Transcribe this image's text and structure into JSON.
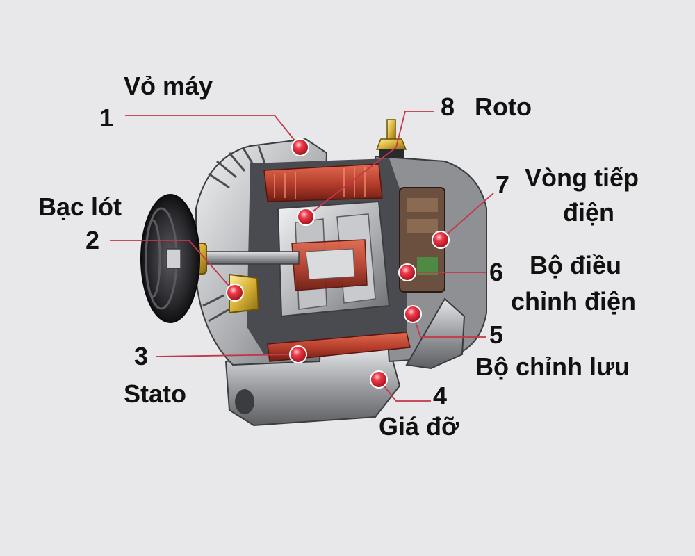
{
  "colors": {
    "background": "#e8e8ea",
    "pointer_line": "#c4364a",
    "marker_dot": "#e0303c",
    "copper_coil": "#b8402e",
    "housing_metal": "#9a9ca0",
    "brass_part": "#d8b238",
    "text": "#111111"
  },
  "callouts": [
    {
      "number": "1",
      "label": "Vỏ máy"
    },
    {
      "number": "2",
      "label": "Bạc lót"
    },
    {
      "number": "3",
      "label": "Stato"
    },
    {
      "number": "4",
      "label": "Giá đỡ"
    },
    {
      "number": "5",
      "label": "Bộ chỉnh lưu"
    },
    {
      "number": "6",
      "label_line1": "Bộ điều",
      "label_line2": "chỉnh điện"
    },
    {
      "number": "7",
      "label_line1": "Vòng tiếp",
      "label_line2": "điện"
    },
    {
      "number": "8",
      "label": "Roto"
    }
  ]
}
